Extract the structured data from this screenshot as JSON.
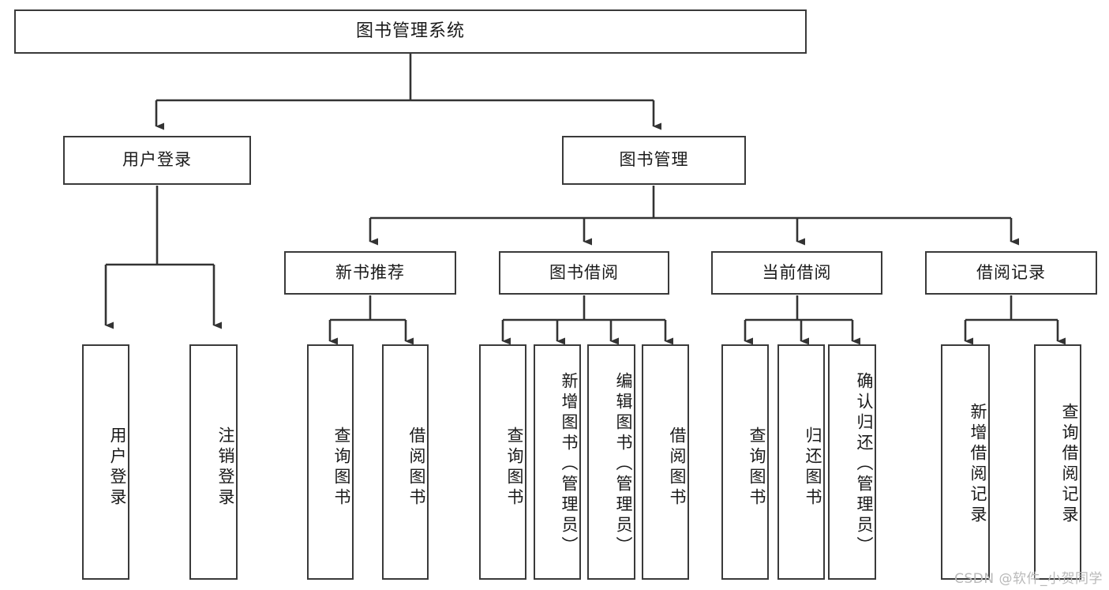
{
  "diagram": {
    "type": "tree",
    "title": "图书管理系统",
    "root": {
      "label": "图书管理系统"
    },
    "level2": [
      {
        "label": "用户登录"
      },
      {
        "label": "图书管理"
      }
    ],
    "level3": [
      {
        "label": "新书推荐"
      },
      {
        "label": "图书借阅"
      },
      {
        "label": "当前借阅"
      },
      {
        "label": "借阅记录"
      }
    ],
    "leaves": {
      "user_login": [
        {
          "label": "用户登录"
        },
        {
          "label": "注销登录"
        }
      ],
      "new_book_recommend": [
        {
          "label": "查询图书"
        },
        {
          "label": "借阅图书"
        }
      ],
      "book_borrow": [
        {
          "label": "查询图书"
        },
        {
          "label": "新增图书（管理员）"
        },
        {
          "label": "编辑图书（管理员）"
        },
        {
          "label": "借阅图书"
        }
      ],
      "current_borrow": [
        {
          "label": "查询图书"
        },
        {
          "label": "归还图书"
        },
        {
          "label": "确认归还（管理员）"
        }
      ],
      "borrow_record": [
        {
          "label": "新增借阅记录"
        },
        {
          "label": "查询借阅记录"
        }
      ]
    }
  },
  "watermark": {
    "text": "CSDN @软件_小贺同学"
  },
  "colors": {
    "box_border": "#3a3a3a",
    "box_fill": "#ffffff",
    "line": "#333333",
    "text": "#1a1a1a",
    "watermark": "#b9b9b9",
    "background": "#ffffff"
  }
}
